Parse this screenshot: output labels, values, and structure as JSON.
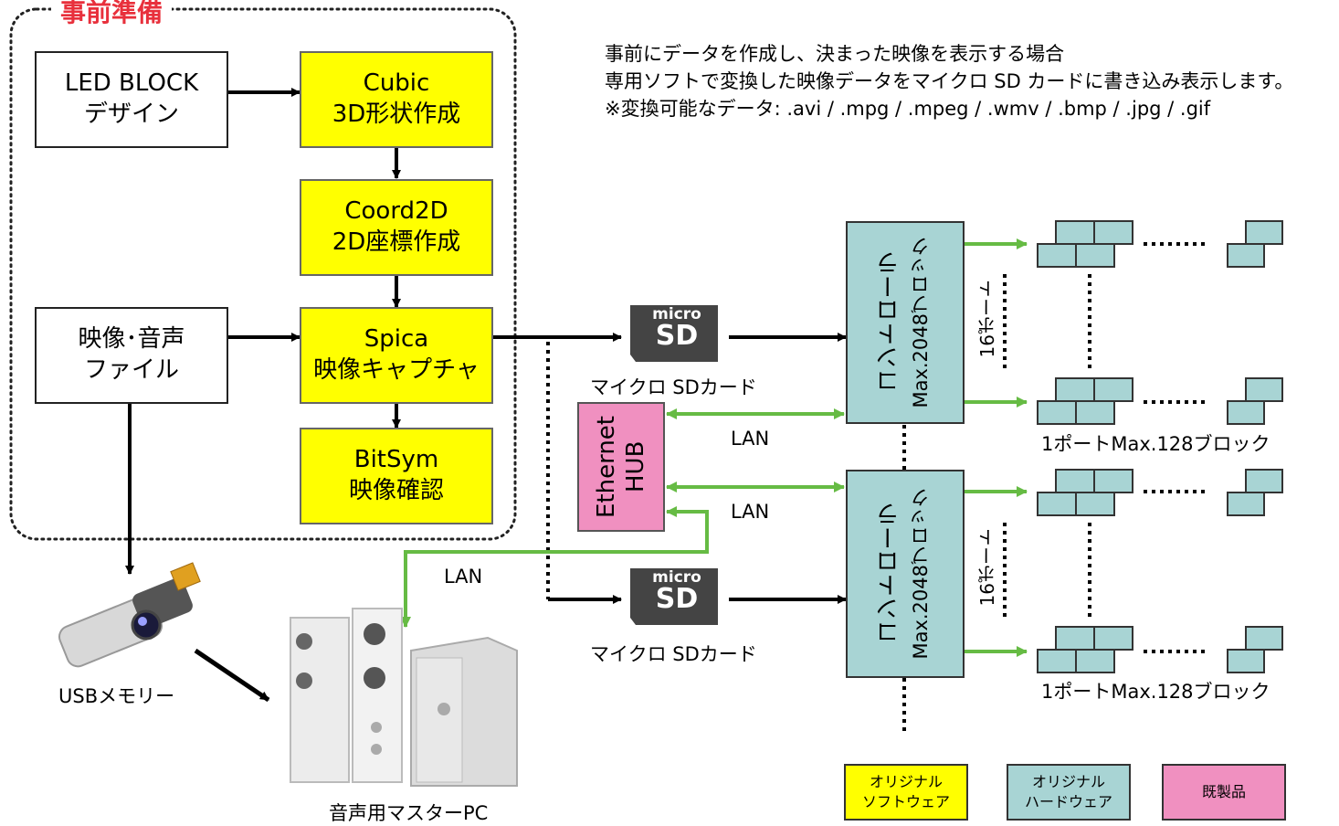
{
  "prep": {
    "title": "事前準備",
    "led_block_design": [
      "LED BLOCK",
      "デザイン"
    ],
    "video_audio_file": [
      "映像･音声",
      "ファイル"
    ],
    "cubic": [
      "Cubic",
      "3D形状作成"
    ],
    "coord2d": [
      "Coord2D",
      "2D座標作成"
    ],
    "spica": [
      "Spica",
      "映像キャプチャ"
    ],
    "bitsym": [
      "BitSym",
      "映像確認"
    ]
  },
  "description": [
    "事前にデータを作成し、決まった映像を表示する場合",
    "専用ソフトで変換した映像データをマイクロ SD カードに書き込み表示します。",
    "※変換可能なデータ: .avi / .mpg / .mpeg / .wmv / .bmp / .jpg / .gif"
  ],
  "sd_card": {
    "icon_top": "micro",
    "icon_bottom": "SD",
    "label_1": "マイクロ SDカード",
    "label_2": "マイクロ SDカード"
  },
  "ethernet_hub": [
    "Ethernet",
    "HUB"
  ],
  "lan_labels": [
    "LAN",
    "LAN",
    "LAN"
  ],
  "controller_1": [
    "コントローラ",
    "Max.2048ブロック"
  ],
  "controller_2": [
    "コントローラ",
    "Max.2048ブロック"
  ],
  "ports_label_1": "16ポート",
  "ports_label_2": "16ポート",
  "port_max_label_1": "1ポートMax.128ブロック",
  "port_max_label_2": "1ポートMax.128ブロック",
  "usb_label": "USBメモリー",
  "pc_label": "音声用マスターPC",
  "legend": {
    "original_software": [
      "オリジナル",
      "ソフトウェア"
    ],
    "original_hardware": [
      "オリジナル",
      "ハードウェア"
    ],
    "off_the_shelf": "既製品"
  },
  "colors": {
    "software": "#ffff00",
    "hardware": "#a8d4d4",
    "off_the_shelf": "#f090c0",
    "lan_line": "#66bb44",
    "title_red": "#e8303c"
  }
}
